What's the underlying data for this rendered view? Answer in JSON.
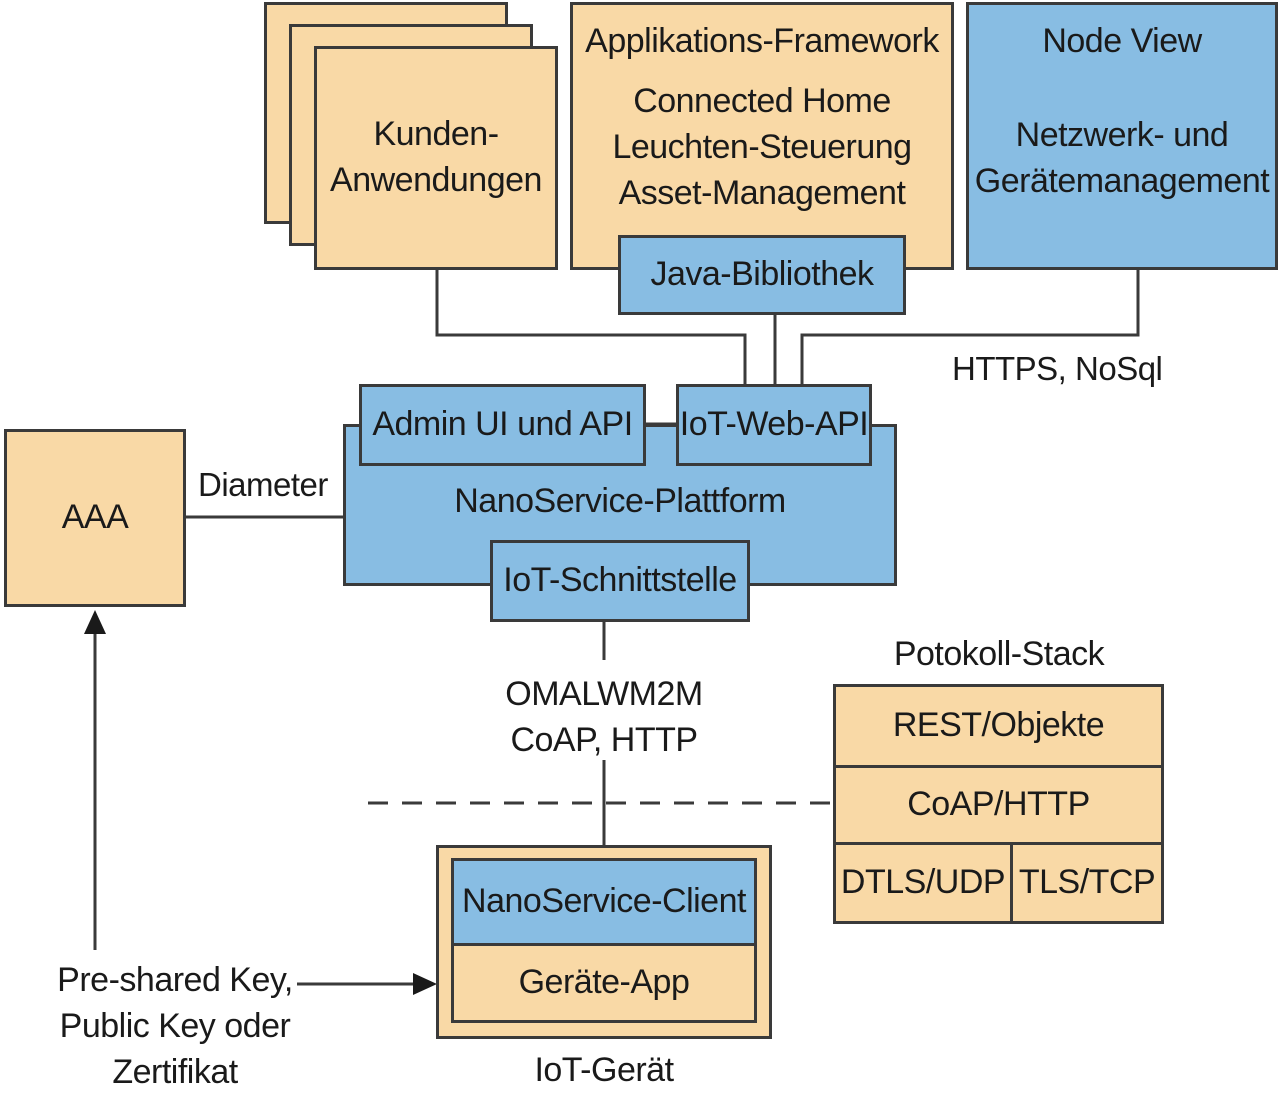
{
  "customer_apps": {
    "line1": "Kunden-",
    "line2": "Anwendungen"
  },
  "framework": {
    "title": "Applikations-Framework",
    "items": [
      "Connected Home",
      "Leuchten-Steuerung",
      "Asset-Management"
    ],
    "java_lib": "Java-Bibliothek"
  },
  "node_view": {
    "title": "Node View",
    "line1": "Netzwerk- und",
    "line2": "Gerätemanagement"
  },
  "https_label": "HTTPS, NoSql",
  "admin_ui": "Admin UI und API",
  "iot_web_api": "IoT-Web-API",
  "platform": "NanoService-Plattform",
  "iot_interface": "IoT-Schnittstelle",
  "aaa": "AAA",
  "diameter": "Diameter",
  "protocol_label": {
    "line1": "OMALWM2M",
    "line2": "CoAP, HTTP"
  },
  "stack": {
    "title": "Potokoll-Stack",
    "rest": "REST/Objekte",
    "coap": "CoAP/HTTP",
    "dtls": "DTLS/UDP",
    "tls": "TLS/TCP"
  },
  "device": {
    "client": "NanoService-Client",
    "app": "Geräte-App",
    "caption": "IoT-Gerät"
  },
  "keys": {
    "line1": "Pre-shared Key,",
    "line2": "Public Key oder Zertifikat"
  },
  "colors": {
    "tan": "#f9d9a6",
    "blue": "#88bde3",
    "border": "#3a3a3a"
  }
}
